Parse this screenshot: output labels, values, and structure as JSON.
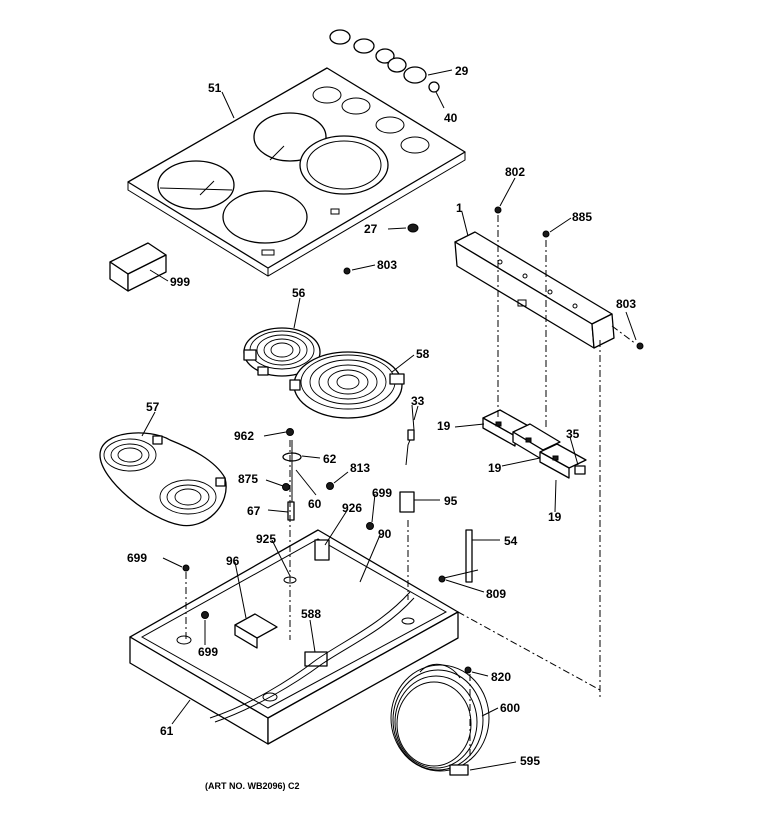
{
  "callouts": {
    "c29": "29",
    "c40": "40",
    "c51": "51",
    "c27": "27",
    "c803a": "803",
    "c999": "999",
    "c802": "802",
    "c1": "1",
    "c885": "885",
    "c803b": "803",
    "c56": "56",
    "c58": "58",
    "c57": "57",
    "c962": "962",
    "c62": "62",
    "c33": "33",
    "c19a": "19",
    "c35": "35",
    "c19b": "19",
    "c19c": "19",
    "c875": "875",
    "c60": "60",
    "c813": "813",
    "c699a": "699",
    "c95": "95",
    "c67": "67",
    "c926": "926",
    "c90": "90",
    "c54": "54",
    "c925": "925",
    "c699b": "699",
    "c96": "96",
    "c809": "809",
    "c588": "588",
    "c699c": "699",
    "c820": "820",
    "c600": "600",
    "c61": "61",
    "c595": "595"
  },
  "art_number": "(ART NO. WB2096) C2"
}
